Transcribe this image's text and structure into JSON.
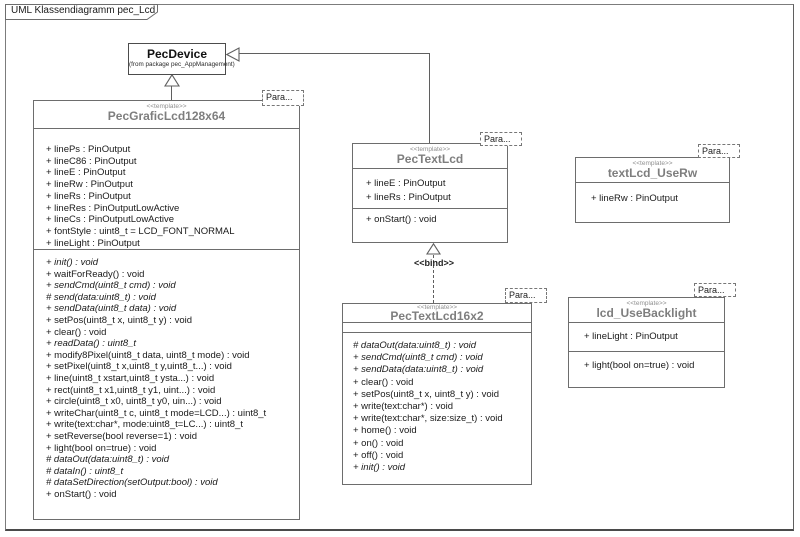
{
  "frame": {
    "label": "UML Klassendiagramm pec_Lcd"
  },
  "colors": {
    "line": "#5f5f5f",
    "template_title": "#7e7e7e",
    "member_text": "#1a1a1a",
    "background": "#ffffff"
  },
  "connectors": {
    "bind_label": "<<bind>>"
  },
  "classes": {
    "pec_device": {
      "name": "PecDevice",
      "origin": "(from package pec_AppManagement)"
    },
    "pec_grafic_lcd": {
      "stereotype": "<<template>>",
      "name": "PecGraficLcd128x64",
      "param": "Para...",
      "attributes": [
        {
          "text": "+ linePs : PinOutput"
        },
        {
          "text": "+ lineC86 : PinOutput"
        },
        {
          "text": "+ lineE : PinOutput"
        },
        {
          "text": "+ lineRw : PinOutput"
        },
        {
          "text": "+ lineRs : PinOutput"
        },
        {
          "text": "+ lineRes : PinOutputLowActive"
        },
        {
          "text": "+ lineCs : PinOutputLowActive"
        },
        {
          "text": "+ fontStyle : uint8_t = LCD_FONT_NORMAL"
        },
        {
          "text": "+ lineLight : PinOutput"
        }
      ],
      "operations": [
        {
          "text": "+ init() : void",
          "italic": true
        },
        {
          "text": "+ waitForReady() : void"
        },
        {
          "text": "+ sendCmd(uint8_t cmd) : void",
          "italic": true
        },
        {
          "text": "# send(data:uint8_t) : void",
          "italic": true
        },
        {
          "text": "+ sendData(uint8_t data) : void",
          "italic": true
        },
        {
          "text": "+ setPos(uint8_t x, uint8_t y) : void"
        },
        {
          "text": "+ clear() : void"
        },
        {
          "text": "+ readData() : uint8_t",
          "italic": true
        },
        {
          "text": "+ modify8Pixel(uint8_t data, uint8_t mode) : void"
        },
        {
          "text": "+ setPixel(uint8_t x,uint8_t y,uint8_t...) : void"
        },
        {
          "text": "+ line(uint8_t xstart,uint8_t ysta...) : void"
        },
        {
          "text": "+ rect(uint8_t x1,uint8_t y1, uint...) : void"
        },
        {
          "text": "+ circle(uint8_t x0, uint8_t y0, uin...) : void"
        },
        {
          "text": "+ writeChar(uint8_t c, uint8_t mode=LCD...) : uint8_t"
        },
        {
          "text": "+ write(text:char*, mode:uint8_t=LC...) : uint8_t"
        },
        {
          "text": "+ setReverse(bool reverse=1) : void"
        },
        {
          "text": "+ light(bool on=true) : void"
        },
        {
          "text": "# dataOut(data:uint8_t) : void",
          "italic": true
        },
        {
          "text": "# dataIn() : uint8_t",
          "italic": true
        },
        {
          "text": "# dataSetDirection(setOutput:bool) : void",
          "italic": true
        },
        {
          "text": "+ onStart() : void"
        }
      ]
    },
    "pec_text_lcd": {
      "stereotype": "<<template>>",
      "name": "PecTextLcd",
      "param": "Para...",
      "attributes": [
        {
          "text": "+ lineE : PinOutput"
        },
        {
          "text": "+ lineRs : PinOutput"
        }
      ],
      "operations": [
        {
          "text": "+ onStart() : void"
        }
      ]
    },
    "pec_text_lcd_16x2": {
      "stereotype": "<<template>>",
      "name": "PecTextLcd16x2",
      "param": "Para...",
      "attributes": [],
      "operations": [
        {
          "text": "# dataOut(data:uint8_t) : void",
          "italic": true
        },
        {
          "text": "+ sendCmd(uint8_t cmd) : void",
          "italic": true
        },
        {
          "text": "+ sendData(data:uint8_t) : void",
          "italic": true
        },
        {
          "text": "+ clear() : void"
        },
        {
          "text": "+ setPos(uint8_t x, uint8_t y) : void"
        },
        {
          "text": "+ write(text:char*) : void"
        },
        {
          "text": "+ write(text:char*, size:size_t) : void"
        },
        {
          "text": "+ home() : void"
        },
        {
          "text": "+ on() : void"
        },
        {
          "text": "+ off() : void"
        },
        {
          "text": "+ init() : void",
          "italic": true
        }
      ]
    },
    "text_lcd_use_rw": {
      "stereotype": "<<template>>",
      "name": "textLcd_UseRw",
      "param": "Para...",
      "attributes": [
        {
          "text": "+ lineRw : PinOutput"
        }
      ],
      "operations": []
    },
    "lcd_use_backlight": {
      "stereotype": "<<template>>",
      "name": "lcd_UseBacklight",
      "param": "Para...",
      "attributes": [
        {
          "text": "+ lineLight : PinOutput"
        }
      ],
      "operations": [
        {
          "text": "+ light(bool on=true) : void"
        }
      ]
    }
  }
}
